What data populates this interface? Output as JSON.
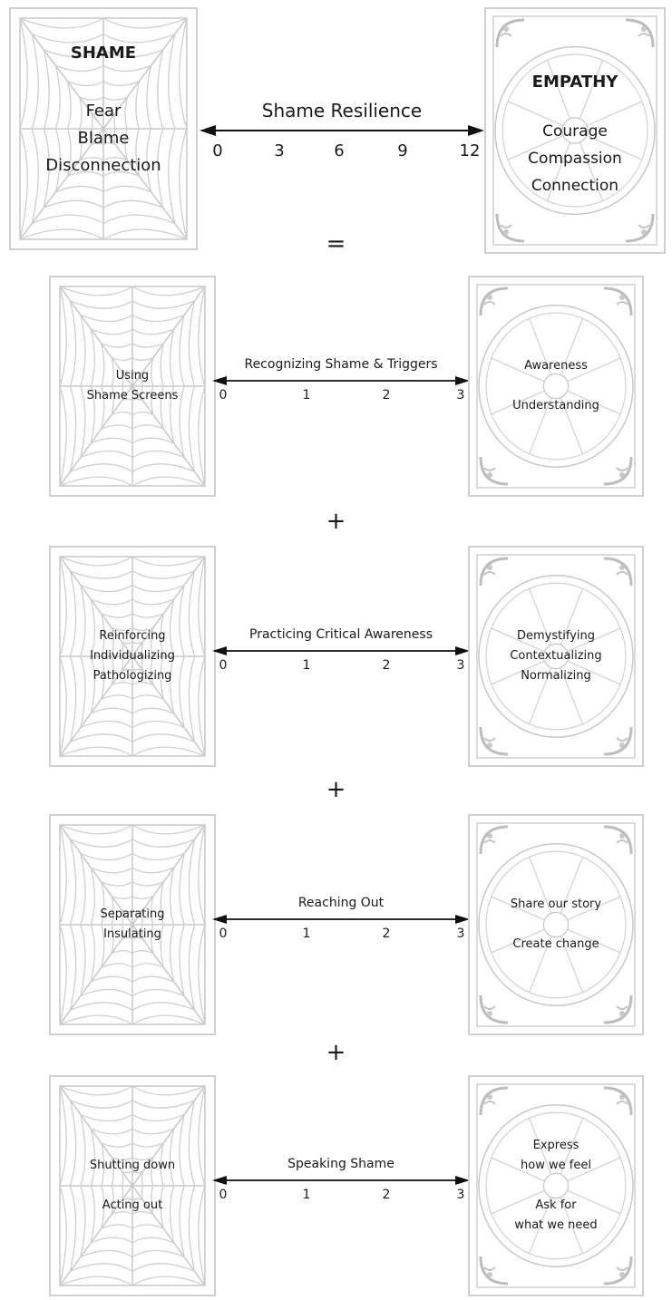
{
  "main": {
    "left_title": "SHAME",
    "left_lines": [
      "Fear",
      "Blame",
      "Disconnection"
    ],
    "right_title": "EMPATHY",
    "right_lines": [
      "Courage",
      "Compassion",
      "Connection"
    ],
    "scale_title": "Shame Resilience",
    "ticks": [
      "0",
      "3",
      "6",
      "9",
      "12"
    ]
  },
  "equals": "=",
  "plus": "+",
  "components": [
    {
      "left_lines": [
        "Using",
        "Shame Screens"
      ],
      "title": "Recognizing Shame & Triggers",
      "ticks": [
        "0",
        "1",
        "2",
        "3"
      ],
      "right_lines": [
        "Awareness",
        "",
        "Understanding"
      ]
    },
    {
      "left_lines": [
        "Reinforcing",
        "Individualizing",
        "Pathologizing"
      ],
      "title": "Practicing Critical Awareness",
      "ticks": [
        "0",
        "1",
        "2",
        "3"
      ],
      "right_lines": [
        "Demystifying",
        "Contextualizing",
        "Normalizing"
      ]
    },
    {
      "left_lines": [
        "Separating",
        "Insulating"
      ],
      "title": "Reaching Out",
      "ticks": [
        "0",
        "1",
        "2",
        "3"
      ],
      "right_lines": [
        "Share our story",
        "",
        "Create change"
      ]
    },
    {
      "left_lines": [
        "Shutting down",
        "",
        "Acting out"
      ],
      "title": "Speaking Shame",
      "ticks": [
        "0",
        "1",
        "2",
        "3"
      ],
      "right_lines": [
        "Express",
        "how we feel",
        "",
        "Ask for",
        "what we need"
      ]
    }
  ]
}
